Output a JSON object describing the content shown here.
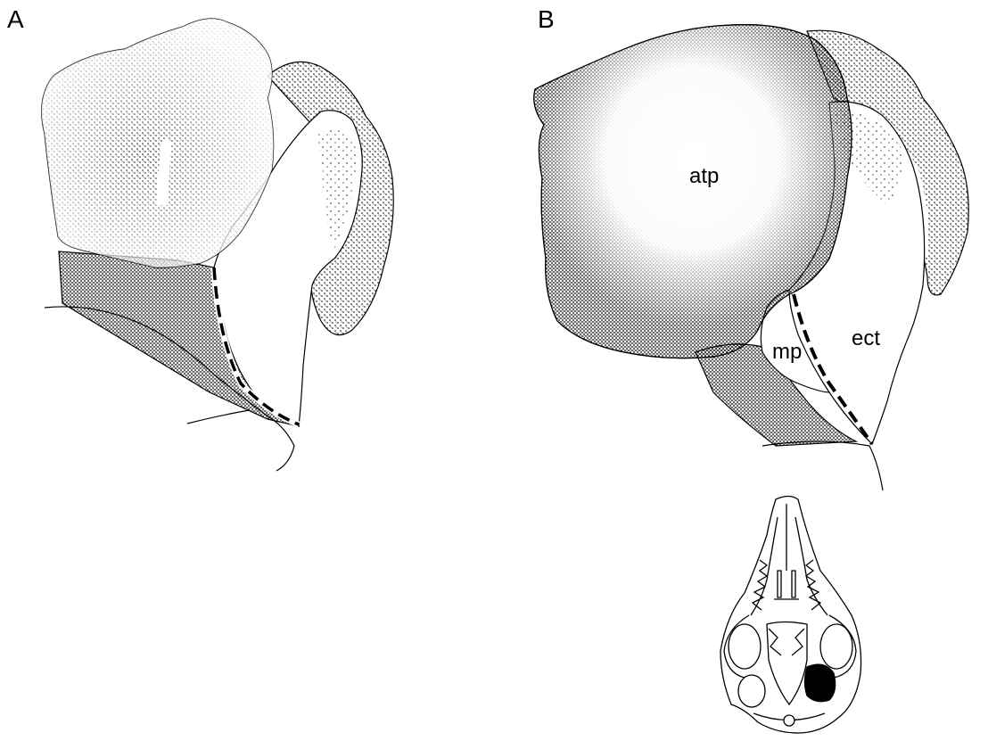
{
  "figure": {
    "panels": [
      {
        "letter": "A"
      },
      {
        "letter": "B"
      }
    ],
    "labels": {
      "atp": "atp",
      "ect": "ect",
      "mp": "mp"
    },
    "colors": {
      "ink": "#000000",
      "paper": "#ffffff",
      "highlight": "#000000"
    }
  }
}
